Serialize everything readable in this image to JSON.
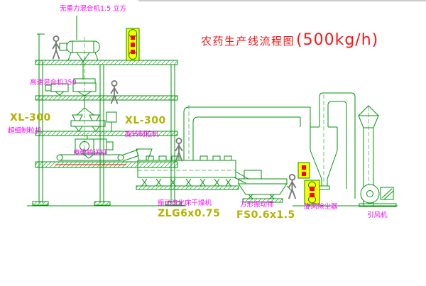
{
  "title": {
    "name": "农药生产线流程图",
    "capacity": "(500kg/h)"
  },
  "labels": {
    "gravity_mixer": "无重力混合机1.5 立方",
    "high_speed_mixer": "高速混合机350",
    "fine_granulator_model": "XL-300",
    "fine_granulator_name": "超细制粒机",
    "rotary_granulator_model": "XL-300",
    "rotary_granulator_name": "旋转制粒机",
    "belt_conveyor": "皮带输送机",
    "fluid_bed_dryer_name": "振动流化床干燥机",
    "fluid_bed_dryer_model": "ZLG6x0.75",
    "vibrating_sieve_name": "方形振动筛",
    "vibrating_sieve_model": "FS0.6x1.5",
    "cyclone": "旋风除尘器",
    "induced_draft_fan": "引风机"
  },
  "colors": {
    "line_green": "#009608",
    "label_magenta": "#ff00ff",
    "model_yellow": "#b2b200",
    "title_red": "#ff1414",
    "equipment_yellow": "#ffff00",
    "mark_red": "#ff0000"
  }
}
